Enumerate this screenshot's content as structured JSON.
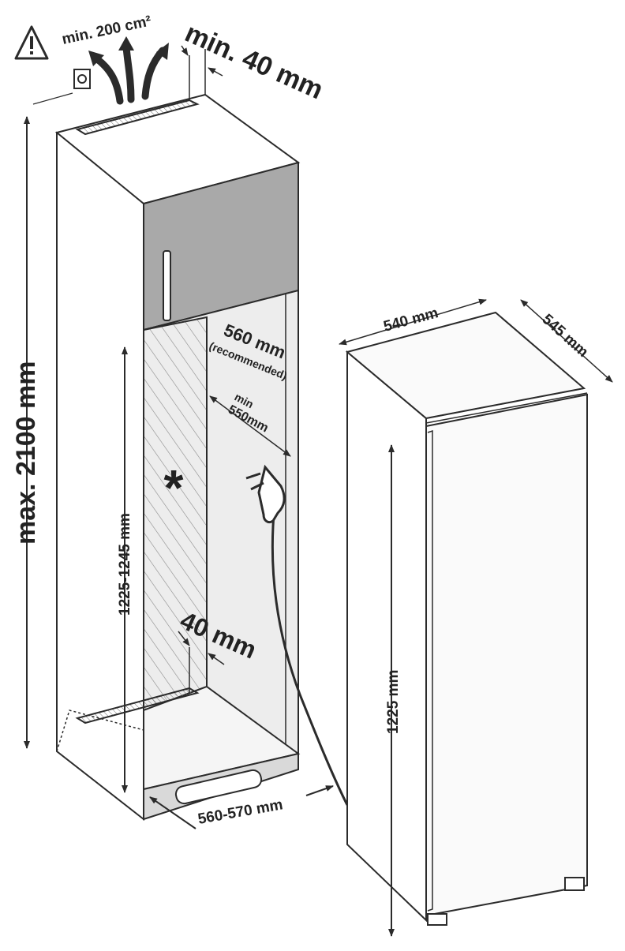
{
  "colors": {
    "line": "#2b2b2b",
    "upper_door_fill": "#a9a9a9",
    "cabinet_inner_fill": "#ededed",
    "appliance_fill": "#fafafa",
    "plinth_fill": "#d9d9d9",
    "hatch": "#8a8a8a",
    "text": "#222222"
  },
  "icons": {
    "warning": "warning-triangle-icon",
    "vent_grille": "vent-grille-icon",
    "asterisk": "asterisk-mark",
    "plug": "power-plug-icon"
  },
  "labels": {
    "vent_area": "min. 200 cm²",
    "rear_gap_top": "min. 40 mm",
    "max_height": "max. 2100 mm",
    "niche_height": "1225-1245 mm",
    "depth_recommended": "560 mm",
    "recommended_note": "(recommended)",
    "min_label": "min",
    "min_depth": "550mm",
    "rear_gap_bottom": "40 mm",
    "niche_width": "560-570 mm",
    "appliance_width": "540 mm",
    "appliance_depth": "545 mm",
    "appliance_height": "1225 mm",
    "asterisk": "*"
  }
}
